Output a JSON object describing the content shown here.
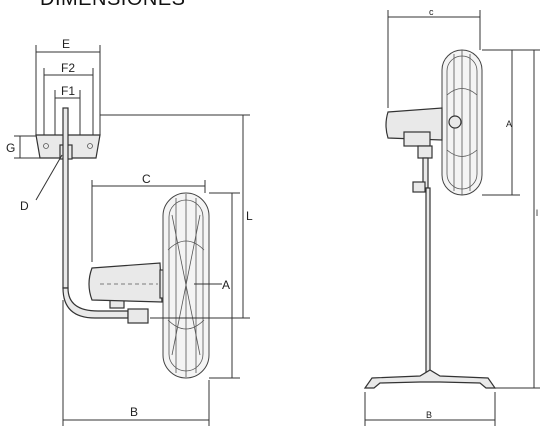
{
  "title": "DIMENSIONES",
  "labels": {
    "E": "E",
    "F2": "F2",
    "F1": "F1",
    "G": "G",
    "D": "D",
    "C": "C",
    "L": "L",
    "A": "A",
    "B": "B",
    "side_c": "c",
    "side_a": "A",
    "side_l": "l",
    "side_b": "B"
  }
}
